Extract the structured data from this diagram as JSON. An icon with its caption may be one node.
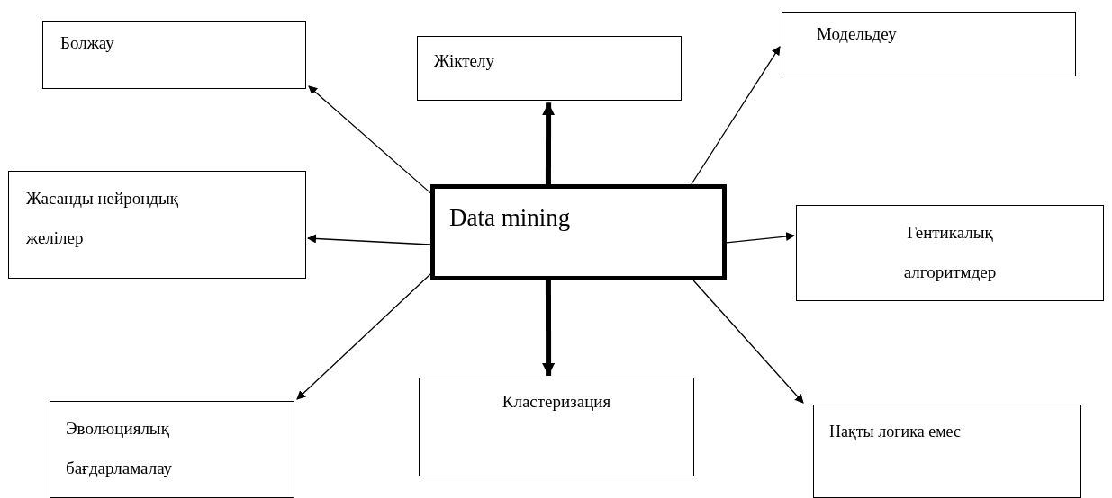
{
  "diagram": {
    "nodes": [
      {
        "text": [
          "Data mining"
        ]
      },
      {
        "text": [
          "Болжау"
        ]
      },
      {
        "text": [
          "Жіктелу"
        ]
      },
      {
        "text": [
          "Модельдеу"
        ]
      },
      {
        "text": [
          "Жасанды нейрондық желілер"
        ]
      },
      {
        "text": [
          "Гентикалық алгоритмдер"
        ]
      },
      {
        "text": [
          "Эволюциялық бағдарламалау"
        ]
      },
      {
        "text": [
          "Кластеризация"
        ]
      },
      {
        "text": [
          "Нақты логика емес"
        ]
      }
    ],
    "edges": [
      {
        "from": 0,
        "to": 1,
        "arrow": "to"
      },
      {
        "from": 0,
        "to": 2,
        "arrow": "to",
        "style": "thick"
      },
      {
        "from": 0,
        "to": 3,
        "arrow": "to"
      },
      {
        "from": 0,
        "to": 4,
        "arrow": "to"
      },
      {
        "from": 0,
        "to": 5,
        "arrow": "to"
      },
      {
        "from": 0,
        "to": 6,
        "arrow": "to"
      },
      {
        "from": 0,
        "to": 7,
        "arrow": "to",
        "style": "thick"
      },
      {
        "from": 0,
        "to": 8,
        "arrow": "to"
      }
    ]
  }
}
